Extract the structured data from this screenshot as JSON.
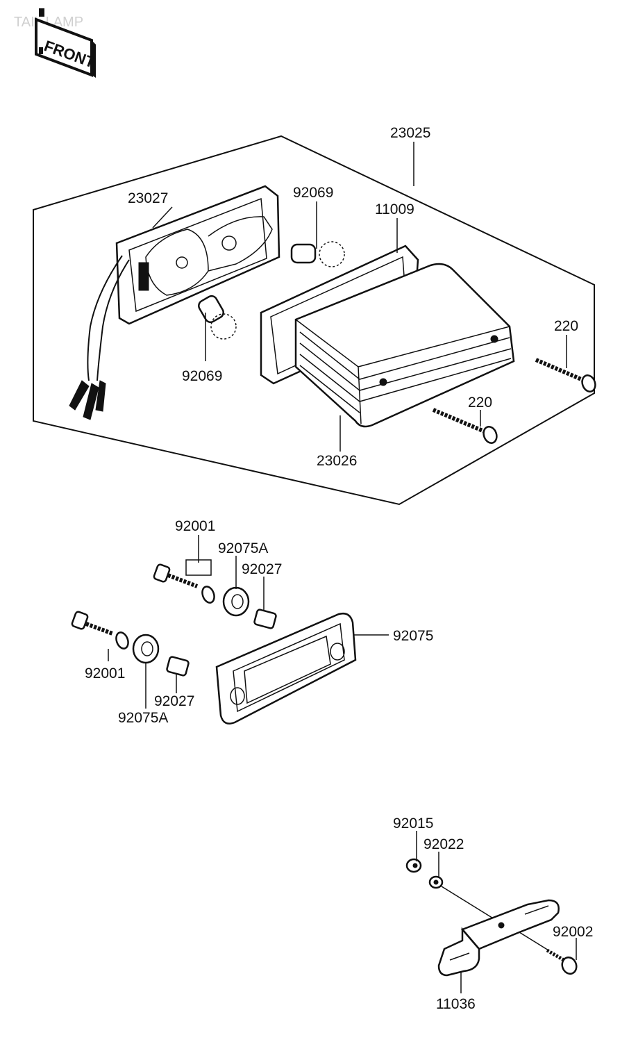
{
  "header": {
    "title_faint": "TAIL LAMP",
    "front_badge": "FRONT"
  },
  "labels": {
    "assembly": "23025",
    "lamp_base": "23027",
    "bulb_upper": "92069",
    "bulb_lower": "92069",
    "gasket": "11009",
    "lens": "23026",
    "screw_upper": "220",
    "screw_lower": "220",
    "bolt_upper": "92001",
    "collar_upper": "92075A",
    "nut_upper": "92027",
    "cushion_plate": "92075",
    "bolt_lower": "92001",
    "nut_lower": "92027",
    "collar_lower": "92075A",
    "bracket_nut": "92015",
    "bracket_washer": "92022",
    "bracket_bolt": "92002",
    "bracket": "11036"
  }
}
